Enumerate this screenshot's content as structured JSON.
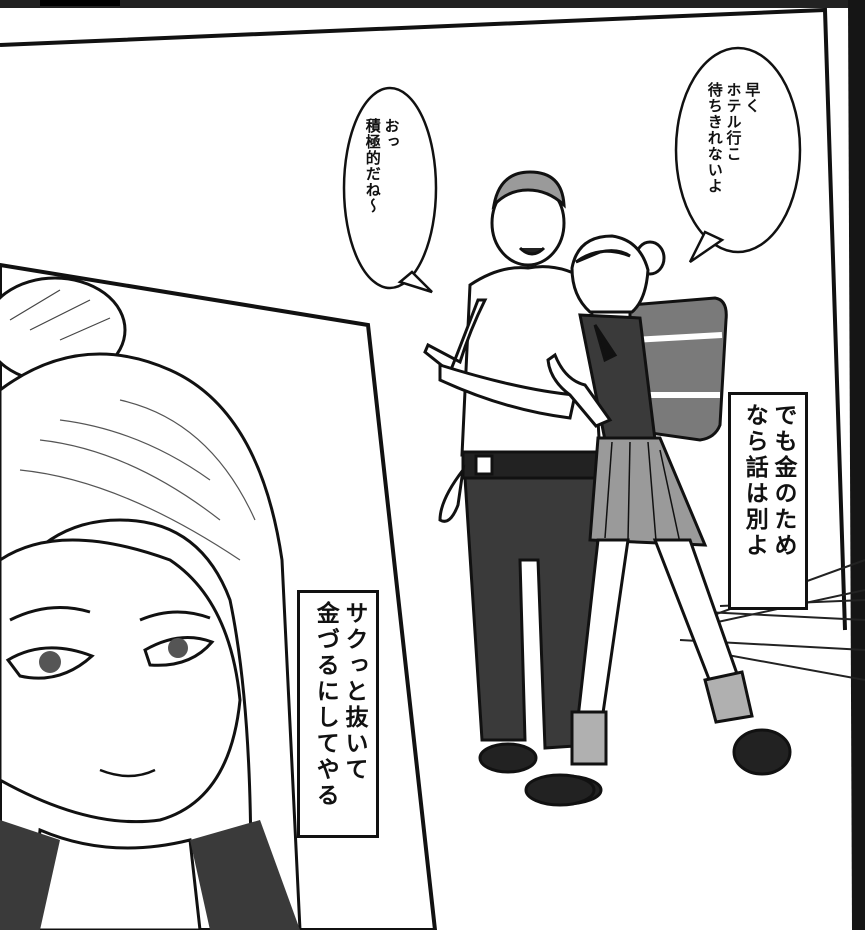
{
  "panels": {
    "upper": {
      "bubble_man": "おっ\n積極的だね～",
      "bubble_girl": "早く\nホテル行こ\n待ちきれないよ",
      "narration": "でも金のため\nなら話は別よ"
    },
    "lower": {
      "narration": "サクっと抜いて\n金づるにしてやる"
    }
  },
  "colors": {
    "ink": "#111111",
    "paper": "#ffffff",
    "shade": "#9a9a9a",
    "dark_fill": "#3a3a3a"
  }
}
